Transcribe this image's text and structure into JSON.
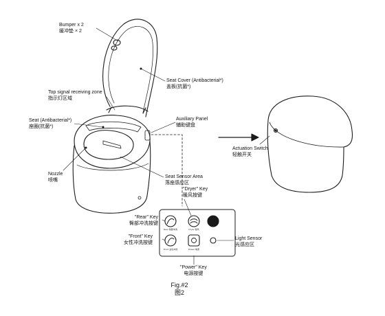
{
  "labels": {
    "bumper": {
      "en": "Bumper x 2",
      "zh": "缓冲垫 × 2"
    },
    "seat_cover": {
      "en": "Seat Cover (Antibacterial*)",
      "zh": "盖板(抗菌*)"
    },
    "top_signal": {
      "en": "Top signal receiving zone",
      "zh": "指示灯区域"
    },
    "seat": {
      "en": "Seat (Antibacterial*)",
      "zh": "座圈(抗菌*)"
    },
    "auxiliary_panel": {
      "en": "Auxiliary Panel",
      "zh": "辅助键盘"
    },
    "nozzle": {
      "en": "Nozzle",
      "zh": "喷嘴"
    },
    "seat_sensor": {
      "en": "Seat Sensor Area",
      "zh": "落座感应区"
    },
    "actuation_switch": {
      "en": "Actuation Switch",
      "zh": "轻触开关"
    },
    "dryer_key": {
      "en": "\"Dryer\" Key",
      "zh": "暖风按键"
    },
    "rear_key": {
      "en": "\"Rear\" Key",
      "zh": "臀部冲洗按键"
    },
    "front_key": {
      "en": "\"Front\" Key",
      "zh": "女性冲洗按键"
    },
    "light_sensor": {
      "en": "Light Sensor",
      "zh": "光感应区"
    },
    "power_key": {
      "en": "\"Power\" Key",
      "zh": "电源按键"
    }
  },
  "panel": {
    "rear_caption": "Rear 臀部冲洗",
    "dryer_caption": "Dryer 暖风",
    "front_caption": "Front 女性冲洗",
    "power_caption": "Power 电源"
  },
  "figure": {
    "en": "Fig.#2",
    "zh": "图2"
  }
}
